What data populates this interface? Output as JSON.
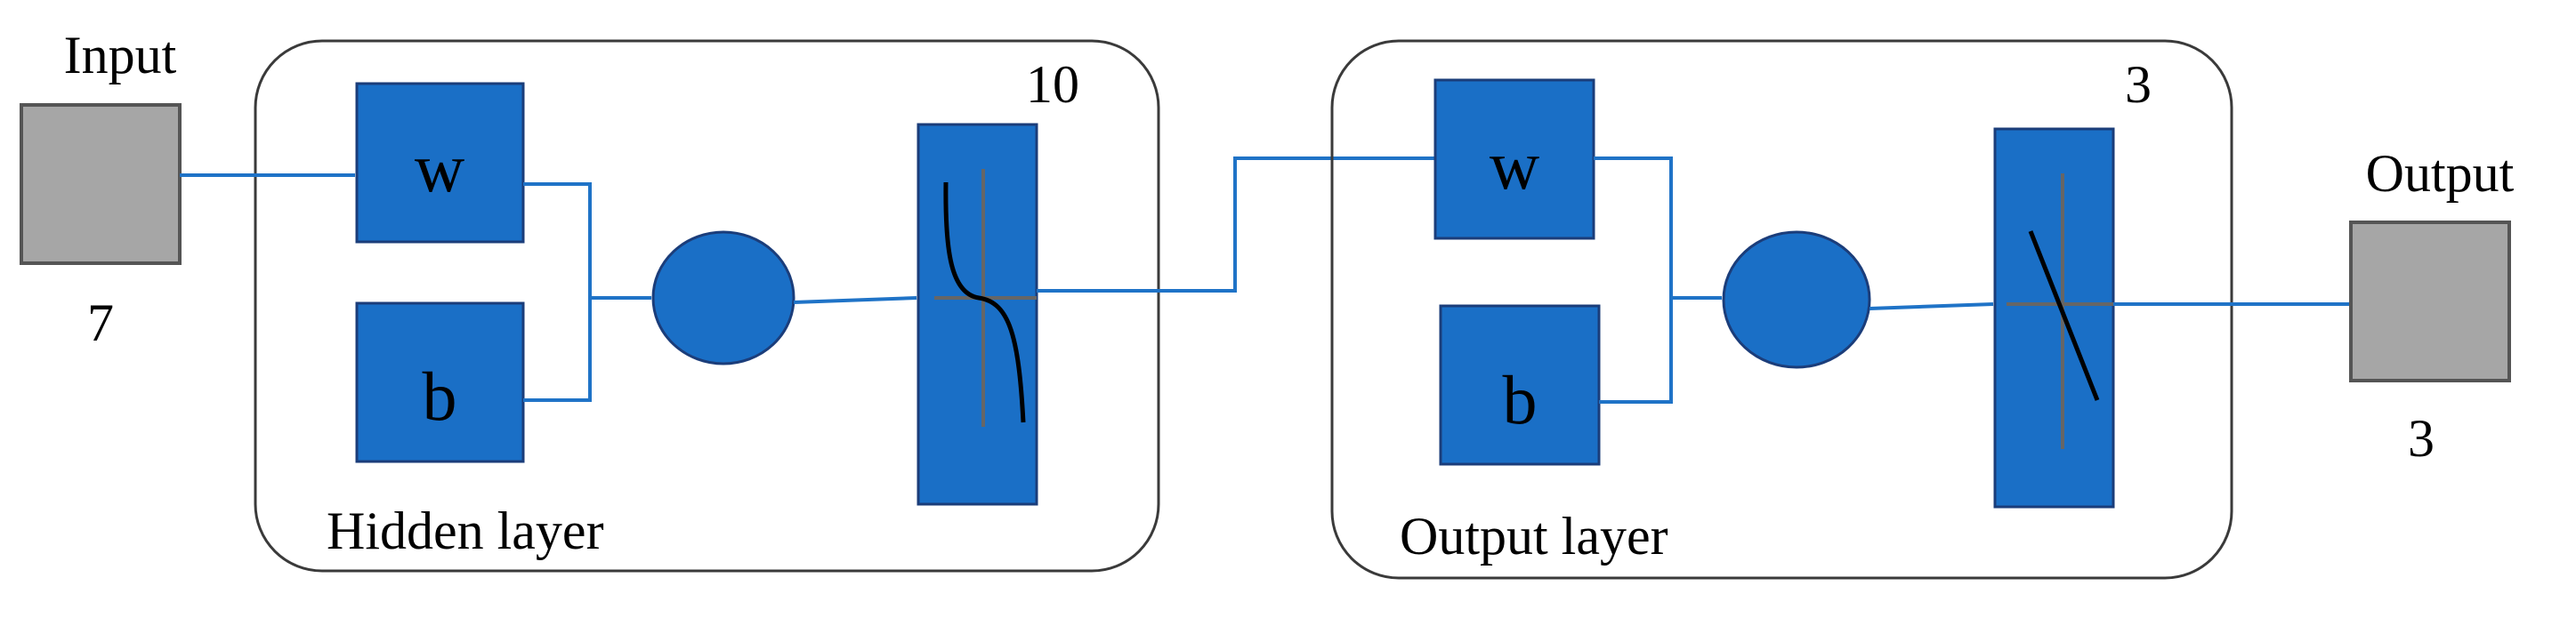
{
  "input": {
    "label": "Input",
    "size": "7"
  },
  "output": {
    "label": "Output",
    "size": "3"
  },
  "hidden_layer": {
    "label": "Hidden layer",
    "neurons": "10",
    "weight_symbol": "w",
    "bias_symbol": "b"
  },
  "output_layer": {
    "label": "Output layer",
    "neurons": "3",
    "weight_symbol": "w",
    "bias_symbol": "b"
  },
  "colors": {
    "block": "#1a6fc6",
    "connector": "#1f73c7",
    "io_box": "#a6a6a6",
    "frame": "#3a3a3a"
  },
  "icons": {
    "hidden_activation": "tansig-curve-icon",
    "output_activation": "purelin-line-icon"
  }
}
